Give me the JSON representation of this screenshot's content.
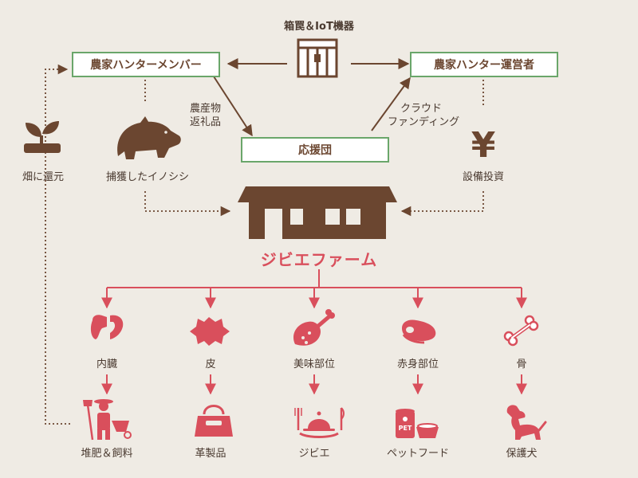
{
  "title_top": "箱罠＆IoT機器",
  "boxes": {
    "members": "農家ハンターメンバー",
    "operators": "農家ハンター運営者",
    "supporters": "応援団"
  },
  "labels": {
    "returns": [
      "農産物",
      "返礼品"
    ],
    "crowdfunding": [
      "クラウド",
      "ファンディング"
    ],
    "boar": "捕獲したイノシシ",
    "field": "畑に還元",
    "investment": "設備投資",
    "farm": "ジビエファーム"
  },
  "products": [
    {
      "part": "内臓",
      "product": "堆肥＆飼料",
      "part_icon": "organ-icon",
      "product_icon": "farmer-icon"
    },
    {
      "part": "皮",
      "product": "革製品",
      "part_icon": "hide-icon",
      "product_icon": "handbag-icon"
    },
    {
      "part": "美味部位",
      "product": "ジビエ",
      "part_icon": "meat-leg-icon",
      "product_icon": "dining-icon"
    },
    {
      "part": "赤身部位",
      "product": "ペットフード",
      "part_icon": "steak-icon",
      "product_icon": "petfood-icon"
    },
    {
      "part": "骨",
      "product": "保護犬",
      "part_icon": "bone-icon",
      "product_icon": "dog-icon"
    }
  ],
  "pet_can_text": "PET",
  "colors": {
    "brown": "#6b4630",
    "green": "#6aa66a",
    "red": "#d94f5c",
    "background": "#efebe4"
  }
}
